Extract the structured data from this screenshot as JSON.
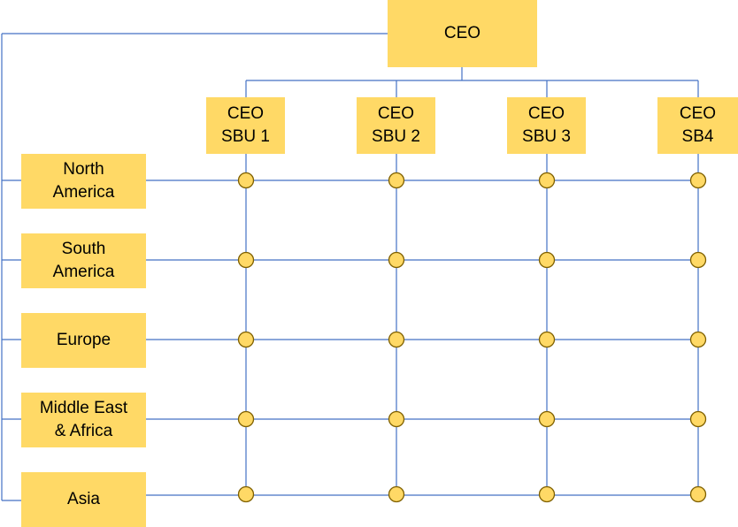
{
  "colors": {
    "box_fill": "#FFD966",
    "line": "#4472C4",
    "node_fill": "#FFD966",
    "node_stroke": "#7F6000"
  },
  "top": {
    "label": "CEO"
  },
  "sbus": [
    {
      "label": "CEO\nSBU 1"
    },
    {
      "label": "CEO\nSBU 2"
    },
    {
      "label": "CEO\nSBU 3"
    },
    {
      "label": "CEO\nSB4"
    }
  ],
  "regions": [
    {
      "label": "North\nAmerica"
    },
    {
      "label": "South\nAmerica"
    },
    {
      "label": "Europe"
    },
    {
      "label": "Middle East\n& Africa"
    },
    {
      "label": "Asia"
    }
  ]
}
